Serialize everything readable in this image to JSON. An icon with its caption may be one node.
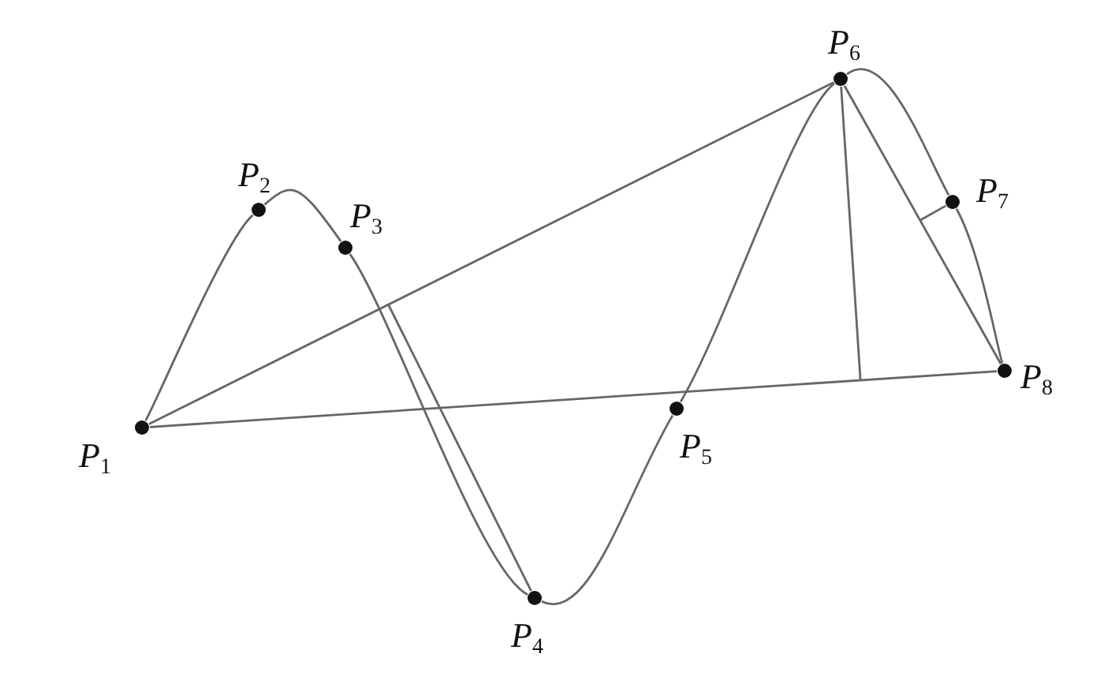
{
  "diagram": {
    "nodes": [
      {
        "text": [],
        "shape": "circle",
        "beside": [
          "*P*$_{1}$"
        ]
      },
      {
        "text": [],
        "shape": "circle",
        "beside": [
          "*P*$_{2}$"
        ]
      },
      {
        "text": [],
        "shape": "circle",
        "beside": [
          "*P*$_{3}$"
        ]
      },
      {
        "text": [],
        "shape": "circle",
        "beside": [
          "*P*$_{4}$"
        ]
      },
      {
        "text": [],
        "shape": "circle",
        "beside": [
          "*P*$_{5}$"
        ]
      },
      {
        "text": [],
        "shape": "circle",
        "beside": [
          "*P*$_{6}$"
        ]
      },
      {
        "text": [],
        "shape": "circle",
        "beside": [
          "*P*$_{7}$"
        ]
      },
      {
        "text": [],
        "shape": "circle",
        "beside": [
          "*P*$_{8}$"
        ]
      }
    ],
    "edges": [
      {
        "from": 0,
        "to": 1,
        "arrow": "none"
      },
      {
        "from": 1,
        "to": 2,
        "arrow": "none"
      },
      {
        "from": 2,
        "to": 3,
        "arrow": "none"
      },
      {
        "from": 3,
        "to": 4,
        "arrow": "none"
      },
      {
        "from": 4,
        "to": 5,
        "arrow": "none"
      },
      {
        "from": 5,
        "to": 6,
        "arrow": "none"
      },
      {
        "from": 6,
        "to": 7,
        "arrow": "none"
      },
      {
        "from": 0,
        "to": 5,
        "arrow": "none"
      },
      {
        "from": 0,
        "to": 7,
        "arrow": "none"
      },
      {
        "from": 5,
        "to": 7,
        "arrow": "none"
      },
      {
        "from": 3,
        "to": null,
        "arrow": "none"
      },
      {
        "from": 5,
        "to": null,
        "arrow": "none"
      },
      {
        "from": 6,
        "to": null,
        "arrow": "none"
      }
    ]
  }
}
